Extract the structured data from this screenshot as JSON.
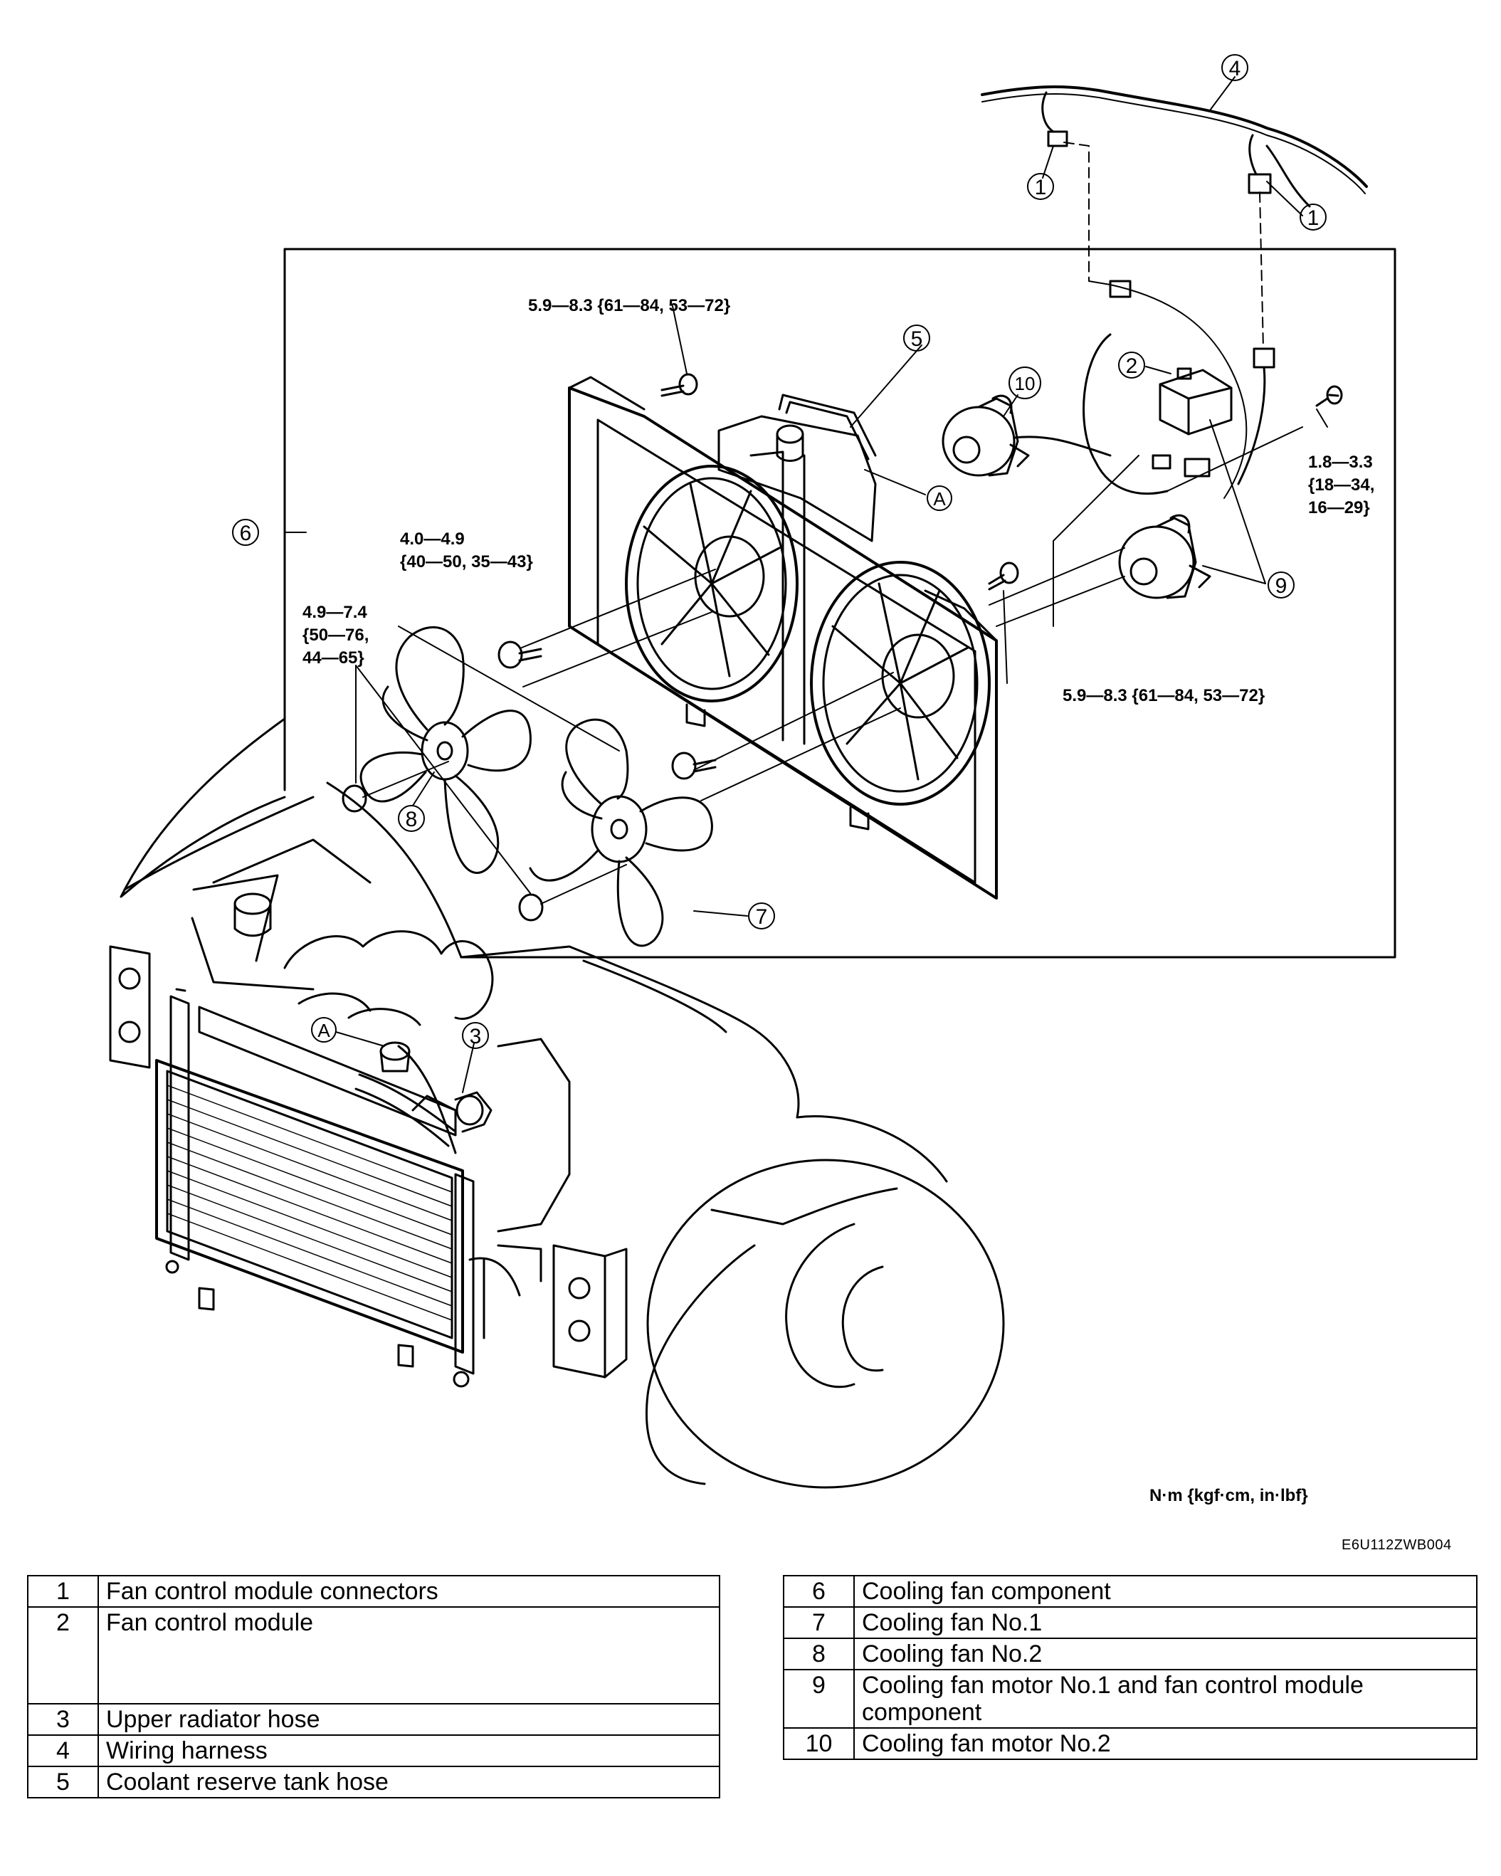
{
  "torque_specs": {
    "t1": "5.9—8.3 {61—84, 53—72}",
    "t2_l1": "4.0—4.9",
    "t2_l2": "{40—50, 35—43}",
    "t3_l1": "4.9—7.4",
    "t3_l2": "{50—76,",
    "t3_l3": "44—65}",
    "t4": "5.9—8.3 {61—84, 53—72}",
    "t5_l1": "1.8—3.3",
    "t5_l2": "{18—34,",
    "t5_l3": "16—29}"
  },
  "callouts": {
    "c1": "1",
    "c2": "2",
    "c3": "3",
    "c4": "4",
    "c5": "5",
    "c6": "6",
    "c7": "7",
    "c8": "8",
    "c9": "9",
    "c10": "10",
    "a": "A"
  },
  "units": "N·m {kgf·cm, in·lbf}",
  "figure_code": "E6U112ZWB004",
  "legend_left": [
    {
      "num": "1",
      "text": "Fan control module connectors"
    },
    {
      "num": "2",
      "text": "Fan control module"
    },
    {
      "num": "3",
      "text": "Upper radiator hose"
    },
    {
      "num": "4",
      "text": "Wiring harness"
    },
    {
      "num": "5",
      "text": "Coolant reserve tank hose"
    }
  ],
  "legend_right": [
    {
      "num": "6",
      "text": "Cooling fan component"
    },
    {
      "num": "7",
      "text": "Cooling fan No.1"
    },
    {
      "num": "8",
      "text": "Cooling fan No.2"
    },
    {
      "num": "9",
      "text": "Cooling fan motor No.1 and fan control module component"
    },
    {
      "num": "10",
      "text": "Cooling fan motor No.2"
    }
  ]
}
